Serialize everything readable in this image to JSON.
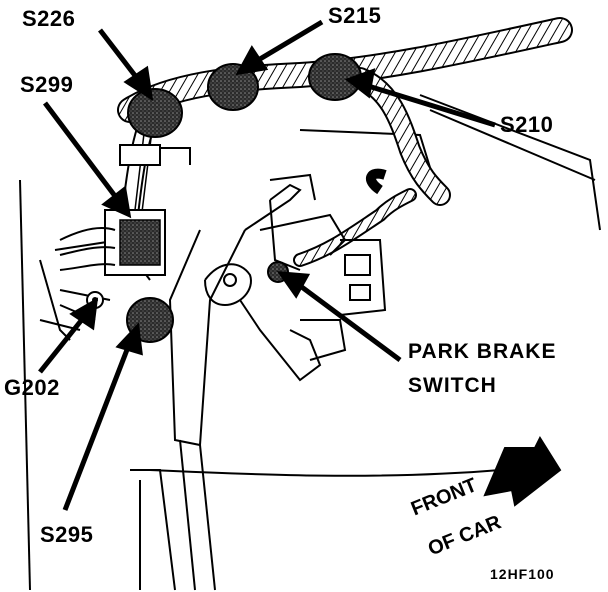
{
  "labels": {
    "s226": "S226",
    "s215": "S215",
    "s299": "S299",
    "s210": "S210",
    "g202": "G202",
    "s295": "S295",
    "park_line1": "PARK BRAKE",
    "park_line2": "SWITCH",
    "front_line1": "FRONT",
    "front_line2": "OF CAR",
    "ref_code": "12HF100"
  },
  "colors": {
    "line": "#000000",
    "splice_fill": "#3a3a3a",
    "background": "#ffffff"
  }
}
